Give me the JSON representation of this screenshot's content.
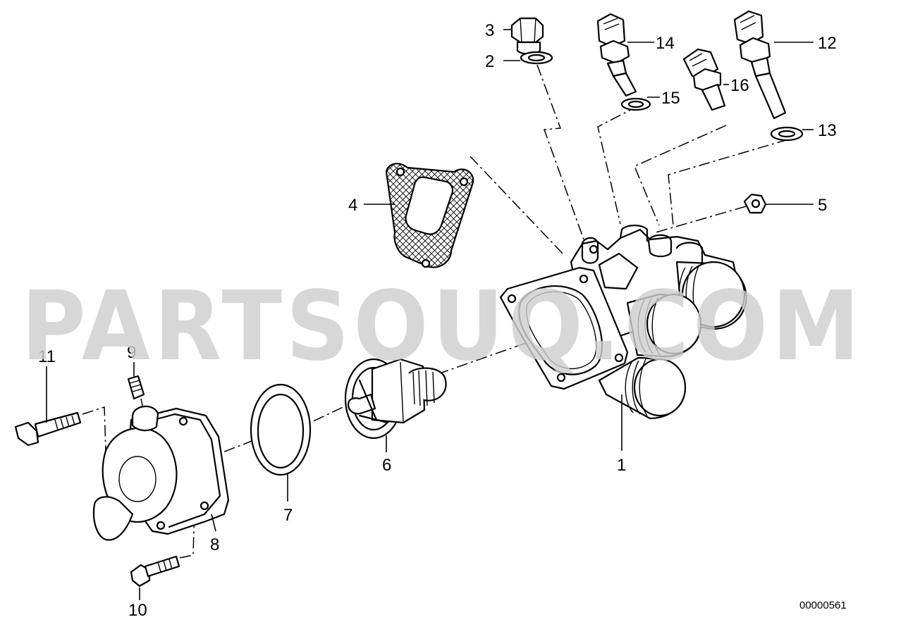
{
  "watermark": "PARTSOUQ.COM",
  "drawing_number": "00000561",
  "callouts": {
    "c1": "1",
    "c2": "2",
    "c3": "3",
    "c4": "4",
    "c5": "5",
    "c6": "6",
    "c7": "7",
    "c8": "8",
    "c9": "9",
    "c10": "10",
    "c11": "11",
    "c12": "12",
    "c13": "13",
    "c14": "14",
    "c15": "15",
    "c16": "16"
  },
  "colors": {
    "line": "#000000",
    "background": "#ffffff",
    "watermark": "#cfcfcf"
  }
}
